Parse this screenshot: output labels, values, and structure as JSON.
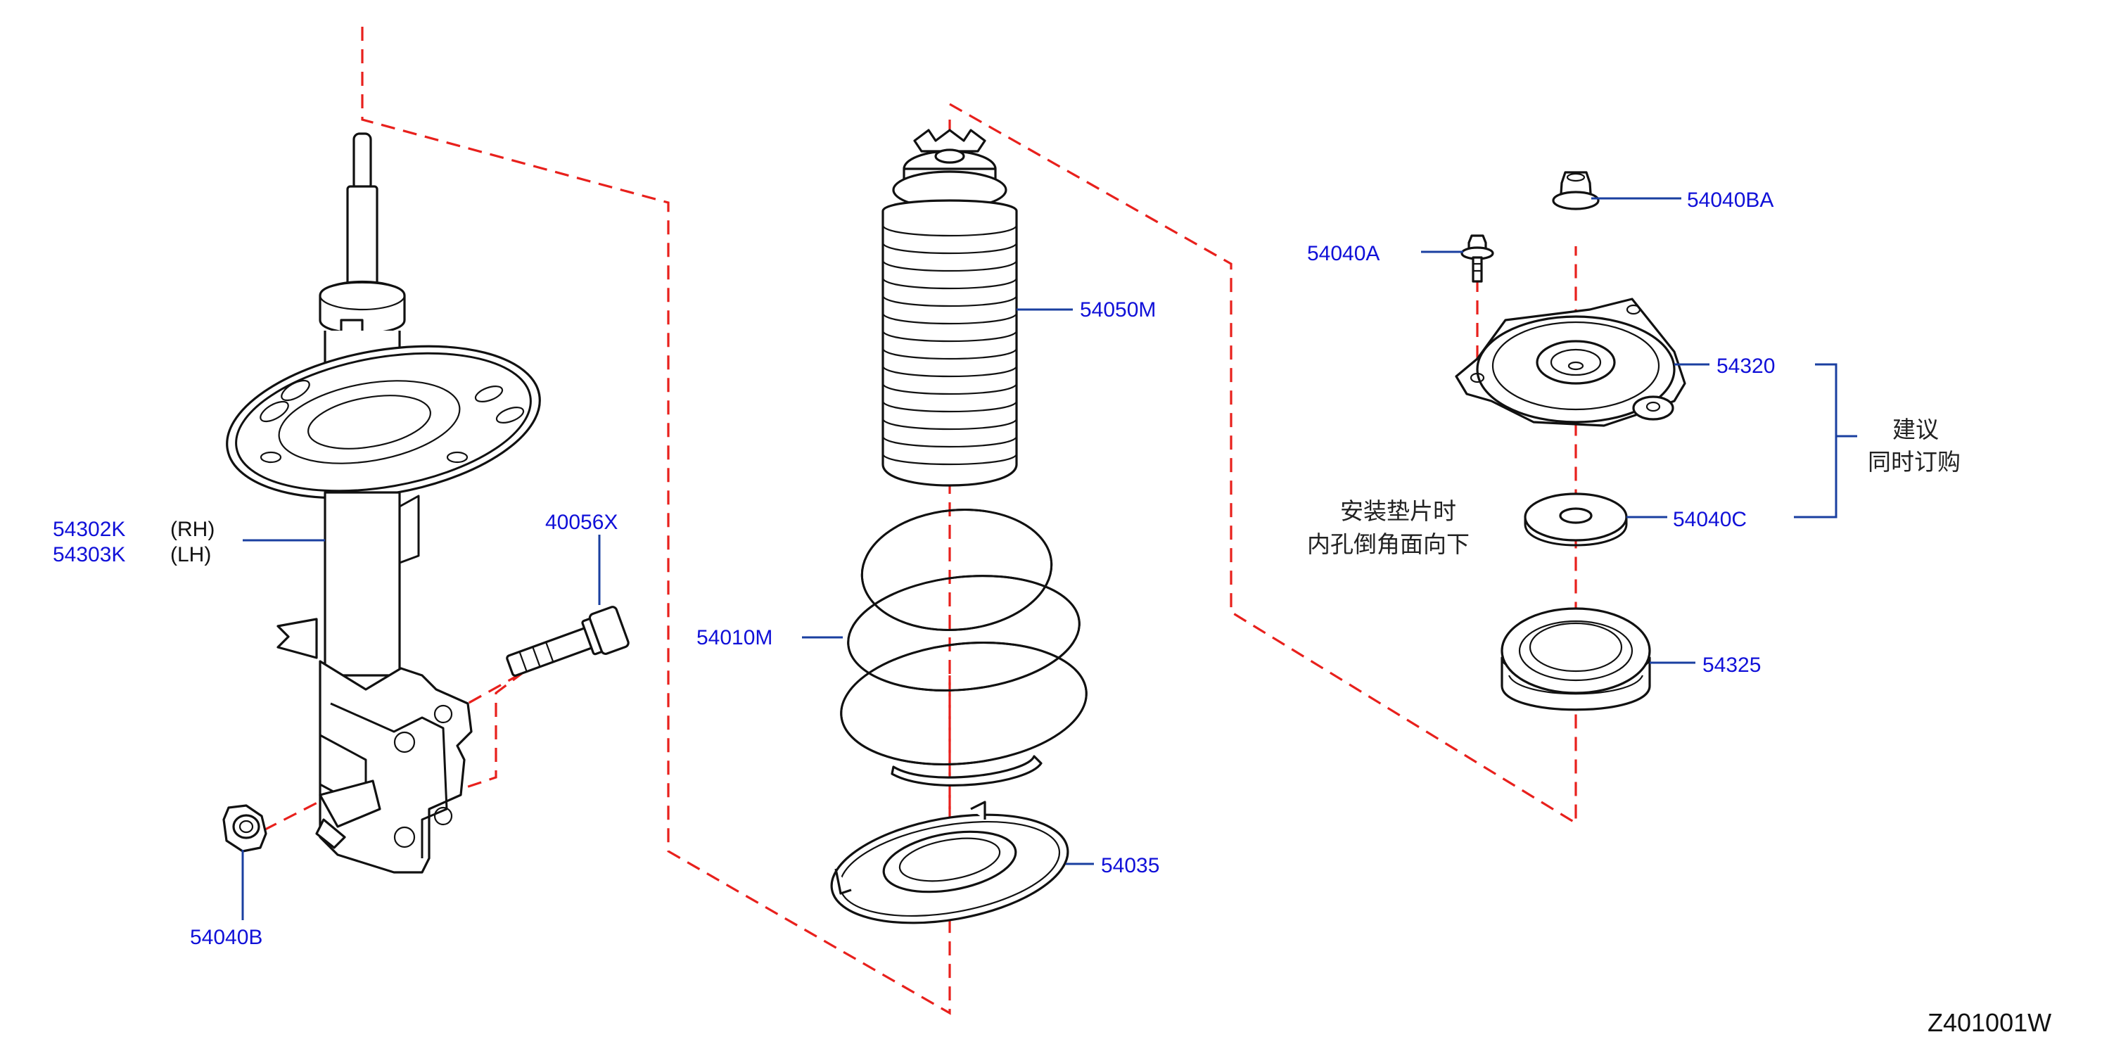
{
  "diagram_code": "Z401001W",
  "parts": {
    "strut_rh": {
      "number": "54302K",
      "side": "(RH)"
    },
    "strut_lh": {
      "number": "54303K",
      "side": "(LH)"
    },
    "bolt": {
      "number": "40056X"
    },
    "nut_lower": {
      "number": "54040B"
    },
    "boot": {
      "number": "54050M"
    },
    "spring": {
      "number": "54010M"
    },
    "lower_seat": {
      "number": "54035"
    },
    "bolt_small": {
      "number": "54040A"
    },
    "nut_top": {
      "number": "54040BA"
    },
    "mount": {
      "number": "54320"
    },
    "washer": {
      "number": "54040C"
    },
    "bearing": {
      "number": "54325"
    }
  },
  "notes": {
    "washer_install_line1": "安装垫片时",
    "washer_install_line2": "内孔倒角面向下",
    "order_together_line1": "建议",
    "order_together_line2": "同时订购"
  }
}
